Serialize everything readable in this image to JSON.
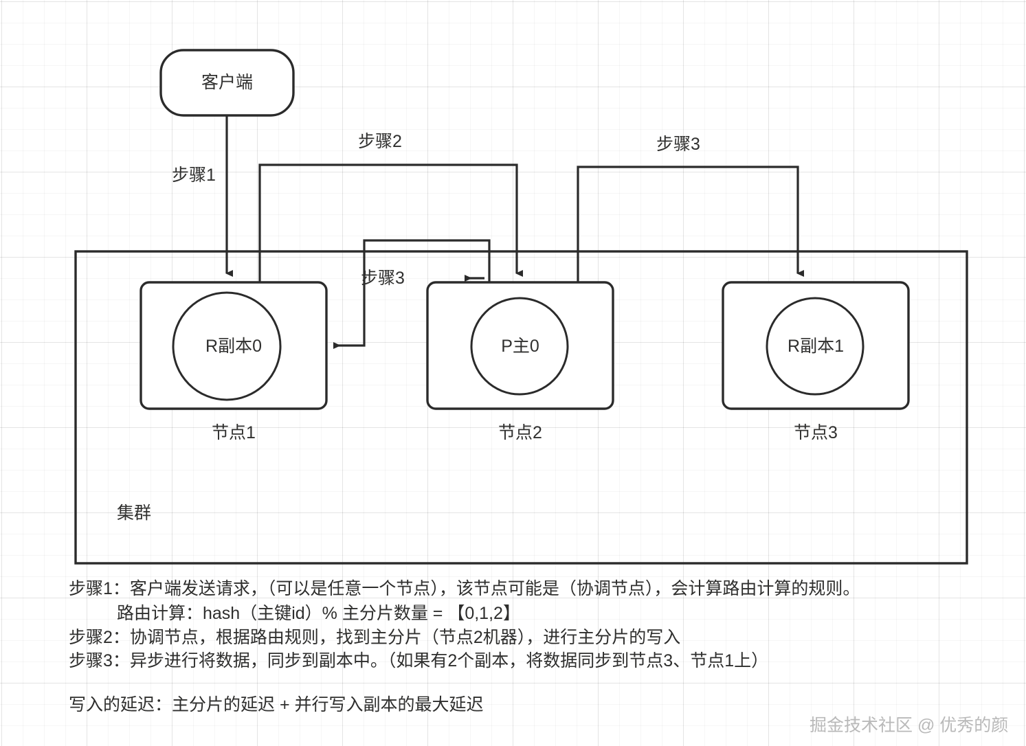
{
  "diagram": {
    "client": {
      "label": "客户端"
    },
    "cluster": {
      "label": "集群"
    },
    "nodes": [
      {
        "name": "节点1",
        "shard": "R副本0"
      },
      {
        "name": "节点2",
        "shard": "P主0"
      },
      {
        "name": "节点3",
        "shard": "R副本1"
      }
    ],
    "edges": [
      {
        "id": "step1",
        "label": "步骤1"
      },
      {
        "id": "step2",
        "label": "步骤2"
      },
      {
        "id": "step3-right",
        "label": "步骤3"
      },
      {
        "id": "step3-left",
        "label": "步骤3"
      }
    ],
    "stroke_color": "#2b2b2b"
  },
  "caption": {
    "lines": [
      "步骤1：客户端发送请求，（可以是任意一个节点），该节点可能是（协调节点），会计算路由计算的规则。",
      "路由计算：hash（主键id）% 主分片数量 = 【0,1,2】",
      "步骤2：协调节点，根据路由规则，找到主分片（节点2机器），进行主分片的写入",
      "步骤3：异步进行将数据，同步到副本中。（如果有2个副本，将数据同步到节点3、节点1上）",
      "写入的延迟：主分片的延迟 + 并行写入副本的最大延迟"
    ]
  },
  "watermark": {
    "text": "掘金技术社区 @ 优秀的颜"
  }
}
